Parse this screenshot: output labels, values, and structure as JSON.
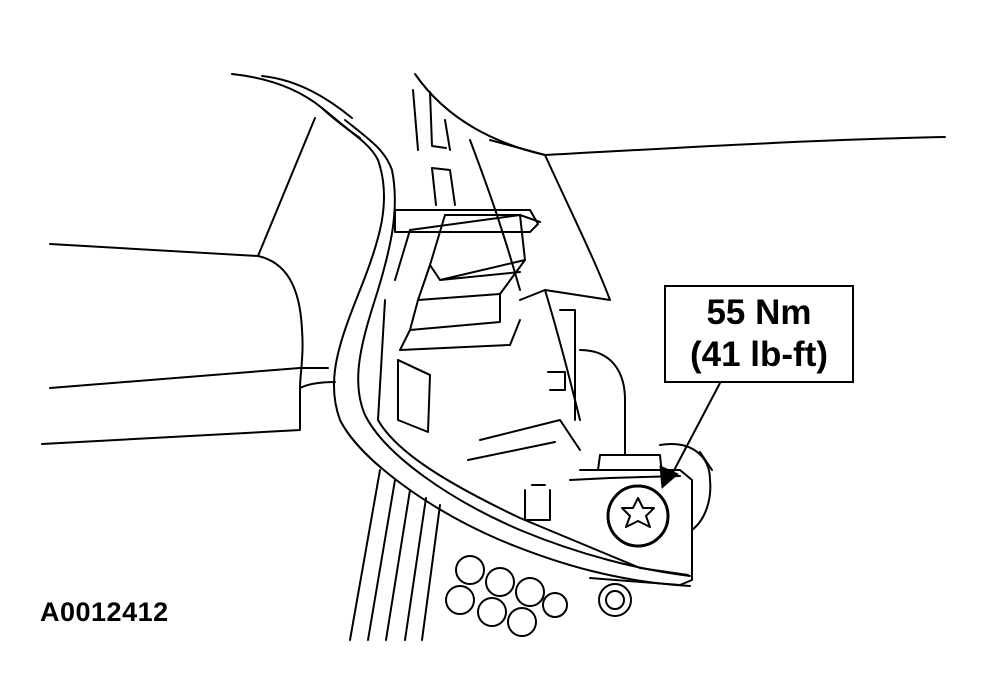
{
  "callout": {
    "torque_metric": "55 Nm",
    "torque_imperial": "(41 lb-ft)"
  },
  "figure_id": "A0012412",
  "colors": {
    "line": "#000000",
    "background": "#ffffff"
  },
  "icons": {
    "fastener": "torx-bolt-icon",
    "pointer": "leader-arrow-icon"
  }
}
